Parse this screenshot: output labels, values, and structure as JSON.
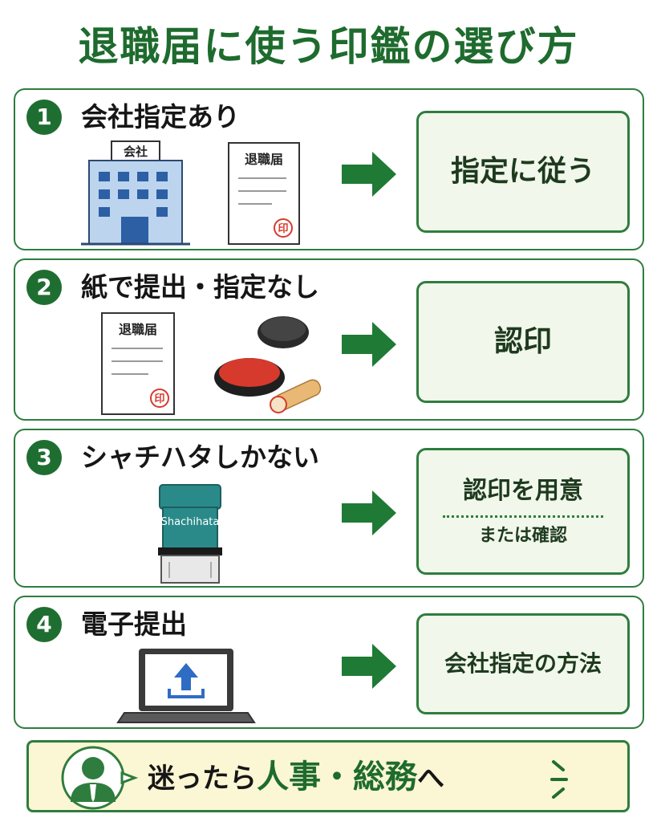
{
  "title": "退職届に使う印鑑の選び方",
  "steps": [
    {
      "num": "1",
      "heading": "会社指定あり",
      "company_sign": "会社",
      "doc_title": "退職届",
      "seal_char": "印",
      "result": "指定に従う"
    },
    {
      "num": "2",
      "heading": "紙で提出・指定なし",
      "doc_title": "退職届",
      "seal_char": "印",
      "result": "認印"
    },
    {
      "num": "3",
      "heading": "シャチハタしかない",
      "stamp_brand": "Shachihata",
      "result_main": "認印を用意",
      "result_sub": "または確認"
    },
    {
      "num": "4",
      "heading": "電子提出",
      "result": "会社指定の方法"
    }
  ],
  "footer": {
    "part1": "迷ったら",
    "part2": "人事・総務",
    "part3": "へ"
  },
  "colors": {
    "accent": "#1f6e31",
    "result_bg": "#f1f7ea",
    "footer_bg": "#fbf6d3",
    "arrow": "#1f7a35",
    "seal": "#d63a2c"
  }
}
